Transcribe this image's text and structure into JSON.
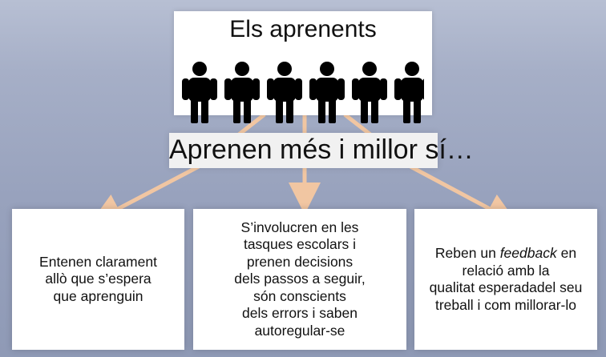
{
  "header": {
    "title": "Els aprenents",
    "people_icon": "person-group-icon",
    "people_count": 6
  },
  "banner": {
    "text": "Aprenen més i millor sí…"
  },
  "cards": [
    {
      "text": "Entenen clarament\nallò que s’espera\nque aprenguin"
    },
    {
      "text": "S’involucren en les\ntasques escolars i\nprenen decisions\ndels passos a seguir,\nsón conscients\ndels errors i saben\nautoregular-se"
    },
    {
      "pre": "Reben un ",
      "emph": "feedback",
      "post": " en\nrelació amb la\nqualitat esperadadel seu\ntreball i com millorar-lo"
    }
  ],
  "colors": {
    "background": "#9aa4bf",
    "box": "#ffffff",
    "arrow": "#f1c6a2",
    "text": "#111111"
  }
}
